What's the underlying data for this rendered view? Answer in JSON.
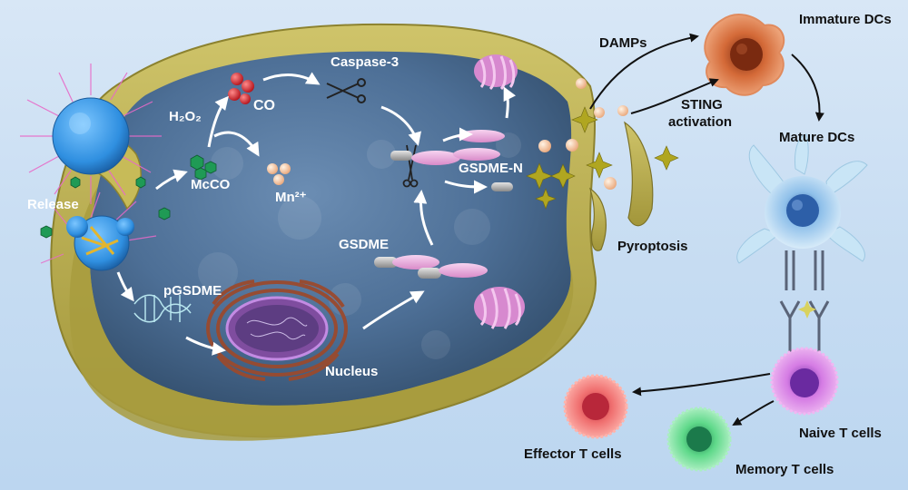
{
  "labels": {
    "release": "Release",
    "h2o2": "H₂O₂",
    "co": "CO",
    "mcco": "McCO",
    "mn2": "Mn²⁺",
    "caspase3": "Caspase-3",
    "gsdme_n": "GSDME-N",
    "gsdme": "GSDME",
    "pgsdme": "pGSDME",
    "nucleus": "Nucleus",
    "damps": "DAMPs",
    "sting": "STING",
    "activation": "activation",
    "pyroptosis": "Pyroptosis",
    "immature_dcs": "Immature DCs",
    "mature_dcs": "Mature DCs",
    "naive_t": "Naive T cells",
    "effector_t": "Effector T cells",
    "memory_t": "Memory T cells"
  },
  "colors": {
    "background": "#c9ddf2",
    "membrane": "#b8ac4e",
    "cytoplasm": "#4d6f96",
    "nanoparticle": "#2f8fe0",
    "co_molecule": "#d8262a",
    "mcco_cluster": "#1f9a55",
    "mn_ion": "#f3c7a3",
    "gsdme_protein": "#e9a9dc",
    "pore": "#e397d8",
    "damp_star": "#b0a620",
    "immature_dc": "#e8905a",
    "mature_dc": "#bfe1f5",
    "naive_t": "#e49be9",
    "effector_t": "#f06a6a",
    "memory_t": "#5fd98a",
    "arrow_inside": "#ffffff",
    "arrow_outside": "#111111"
  }
}
